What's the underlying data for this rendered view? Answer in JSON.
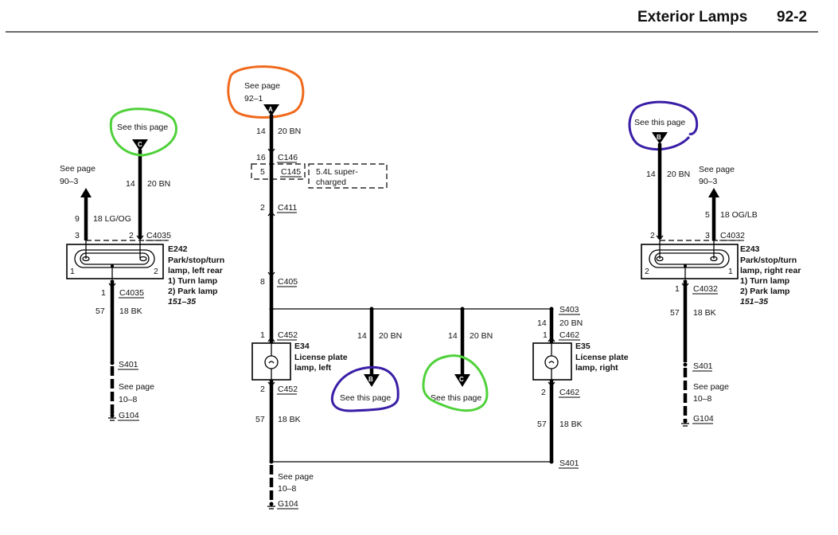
{
  "header": {
    "title": "Exterior Lamps",
    "page": "92-2"
  },
  "annotation_colors": {
    "orange": "#f06a1d",
    "green": "#4fd13a",
    "purple": "#3a1ea6"
  },
  "left_lamp": {
    "ref_top": "See this page",
    "ref_letter": "C",
    "feed_circuit": "14",
    "feed_wire": "20 BN",
    "out_ref_line1": "See page",
    "out_ref_line2": "90–3",
    "out_circuit": "9",
    "out_wire": "18 LG/OG",
    "pin_left": "3",
    "pin_right": "2",
    "connector_top": "C4035",
    "box_pin_left": "1",
    "box_pin_right": "2",
    "id": "E242",
    "name_line1": "Park/stop/turn",
    "name_line2": "lamp, left rear",
    "func1": "1)   Turn lamp",
    "func2": "2)   Park lamp",
    "page_ref": "151–35",
    "ground_pin": "1",
    "connector_bottom": "C4035",
    "ground_circuit": "57",
    "ground_wire": "18 BK",
    "splice": "S401",
    "gnd_ref_line1": "See page",
    "gnd_ref_line2": "10–8",
    "ground": "G104"
  },
  "center": {
    "ref_line1": "See page",
    "ref_line2": "92–1",
    "ref_letter": "A",
    "feed_circuit": "14",
    "feed_wire": "20 BN",
    "c146_pin": "16",
    "c146": "C146",
    "c145_pin": "5",
    "c145": "C145",
    "option_line1": "5.4L super-",
    "option_line2": "charged",
    "c411_pin": "2",
    "c411": "C411",
    "c405_pin": "8",
    "c405": "C405",
    "e34_pin_top": "1",
    "e34_conn_top": "C452",
    "e34_id": "E34",
    "e34_name1": "License plate",
    "e34_name2": "lamp, left",
    "e34_pin_bottom": "2",
    "e34_conn_bottom": "C452",
    "ground_circuit": "57",
    "ground_wire": "18 BK",
    "gnd_ref_line1": "See page",
    "gnd_ref_line2": "10–8",
    "ground": "G104",
    "branch_b": {
      "circuit": "14",
      "wire": "20 BN",
      "letter": "B",
      "ref": "See this page"
    },
    "branch_c": {
      "circuit": "14",
      "wire": "20 BN",
      "letter": "C",
      "ref": "See this page"
    },
    "s403": "S403",
    "e35_feed_circuit": "14",
    "e35_feed_wire": "20 BN",
    "e35_pin_top": "1",
    "e35_conn_top": "C462",
    "e35_id": "E35",
    "e35_name1": "License plate",
    "e35_name2": "lamp, right",
    "e35_pin_bottom": "2",
    "e35_conn_bottom": "C462",
    "e35_ground_circuit": "57",
    "e35_ground_wire": "18 BK",
    "s401": "S401"
  },
  "right_lamp": {
    "ref_top": "See this page",
    "ref_letter": "B",
    "feed_circuit": "14",
    "feed_wire": "20 BN",
    "out_ref_line1": "See page",
    "out_ref_line2": "90–3",
    "out_circuit": "5",
    "out_wire": "18 OG/LB",
    "pin_left": "2",
    "pin_right": "3",
    "connector_top": "C4032",
    "box_pin_left": "2",
    "box_pin_right": "1",
    "id": "E243",
    "name_line1": "Park/stop/turn",
    "name_line2": "lamp, right rear",
    "func1": "1)   Turn lamp",
    "func2": "2)   Park lamp",
    "page_ref": "151–35",
    "ground_pin": "1",
    "connector_bottom": "C4032",
    "ground_circuit": "57",
    "ground_wire": "18 BK",
    "splice": "S401",
    "gnd_ref_line1": "See page",
    "gnd_ref_line2": "10–8",
    "ground": "G104"
  }
}
